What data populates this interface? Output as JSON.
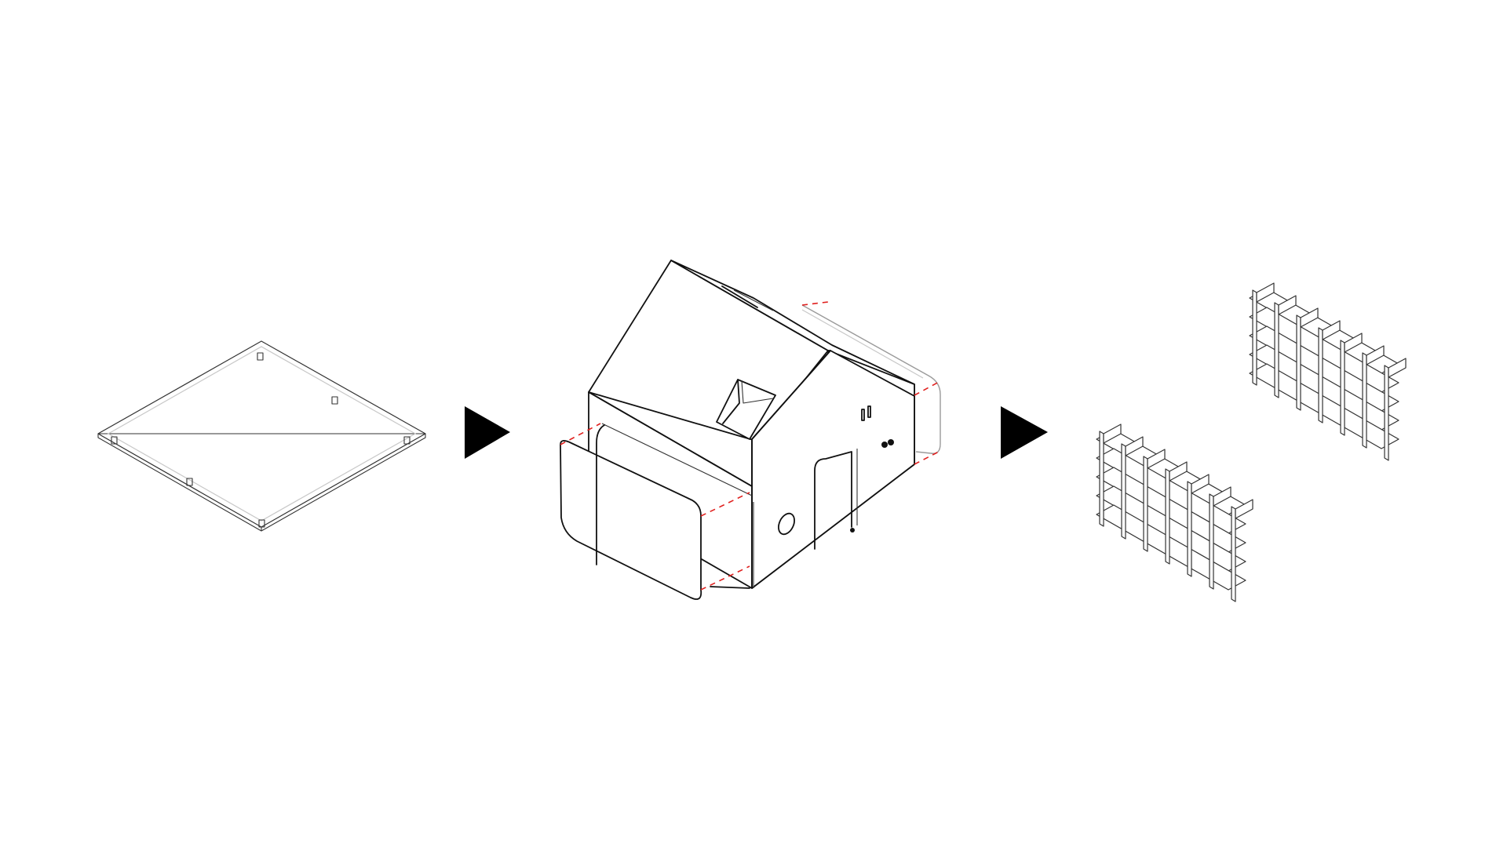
{
  "diagram": {
    "steps": [
      {
        "id": "flat-panel",
        "icon": "flat-board-panel-drawing"
      },
      {
        "id": "house",
        "icon": "house-shaped-box-drawing"
      },
      {
        "id": "shelves",
        "icon": "grid-shelf-units-drawing"
      }
    ],
    "arrows": [
      {
        "id": "arrow-1",
        "icon": "right-triangle-arrow-icon"
      },
      {
        "id": "arrow-2",
        "icon": "right-triangle-arrow-icon"
      }
    ],
    "colors": {
      "line": "#111111",
      "guide": "#e0201e",
      "background": "#ffffff"
    }
  }
}
